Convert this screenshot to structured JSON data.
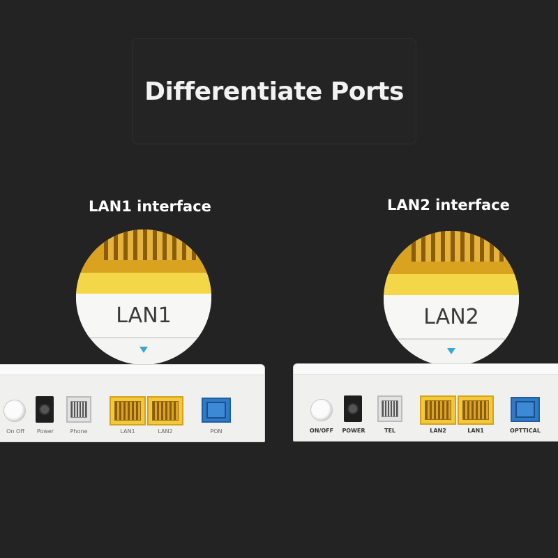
{
  "title": "Differentiate Ports",
  "left": {
    "callout_label": "LAN1 interface",
    "zoom_text": "LAN1",
    "ports": [
      "On Off",
      "Power",
      "Phone",
      "LAN1",
      "LAN2",
      "PON"
    ]
  },
  "right": {
    "callout_label": "LAN2 interface",
    "zoom_text": "LAN2",
    "ports": [
      "ON/OFF",
      "POWER",
      "TEL",
      "LAN2",
      "LAN1",
      "OPTTICAL"
    ]
  }
}
